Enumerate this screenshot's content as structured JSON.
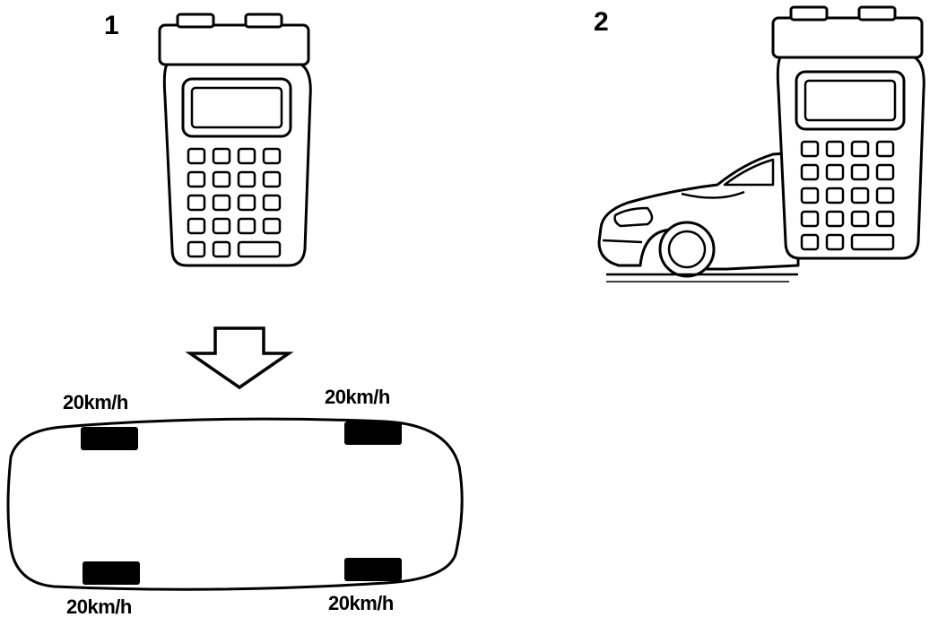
{
  "steps": {
    "one": "1",
    "two": "2"
  },
  "wheel_speeds": {
    "front_left": "20km/h",
    "front_right": "20km/h",
    "rear_left": "20km/h",
    "rear_right": "20km/h"
  },
  "icons": {
    "tester": "diagnostic-tester-icon",
    "arrow": "down-arrow-icon",
    "car_top": "car-top-view-icon",
    "car_side": "car-side-view-icon"
  }
}
